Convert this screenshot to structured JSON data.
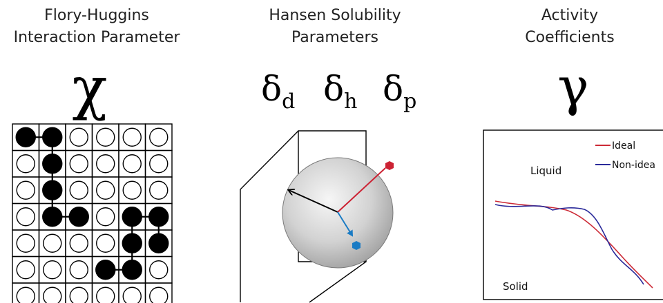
{
  "panels": [
    {
      "title_line1": "Flory-Huggins",
      "title_line2": "Interaction Parameter",
      "symbol": "χ"
    },
    {
      "title_line1": "Hansen Solubility",
      "title_line2": "Parameters",
      "deltas": [
        {
          "base": "δ",
          "sub": "d"
        },
        {
          "base": "δ",
          "sub": "h"
        },
        {
          "base": "δ",
          "sub": "p"
        }
      ]
    },
    {
      "title_line1": "Activity",
      "title_line2": "Coefficients",
      "symbol": "γ"
    }
  ],
  "lattice": {
    "rows": 7,
    "cols": 6,
    "filled": [
      [
        0,
        0
      ],
      [
        0,
        1
      ],
      [
        1,
        1
      ],
      [
        2,
        1
      ],
      [
        3,
        1
      ],
      [
        3,
        2
      ],
      [
        3,
        4
      ],
      [
        3,
        5
      ],
      [
        4,
        4
      ],
      [
        4,
        5
      ],
      [
        5,
        3
      ],
      [
        5,
        4
      ]
    ],
    "bonds": [
      [
        [
          0,
          0
        ],
        [
          0,
          1
        ]
      ],
      [
        [
          0,
          1
        ],
        [
          1,
          1
        ]
      ],
      [
        [
          1,
          1
        ],
        [
          2,
          1
        ]
      ],
      [
        [
          2,
          1
        ],
        [
          3,
          1
        ]
      ],
      [
        [
          3,
          1
        ],
        [
          3,
          2
        ]
      ],
      [
        [
          3,
          4
        ],
        [
          3,
          5
        ]
      ],
      [
        [
          3,
          4
        ],
        [
          4,
          4
        ]
      ],
      [
        [
          3,
          5
        ],
        [
          4,
          5
        ]
      ],
      [
        [
          4,
          4
        ],
        [
          5,
          4
        ]
      ],
      [
        [
          5,
          3
        ],
        [
          5,
          4
        ]
      ]
    ]
  },
  "phase_plot": {
    "region_upper": "Liquid",
    "region_lower": "Solid",
    "legend": [
      {
        "name": "Ideal",
        "color": "#cc2a36"
      },
      {
        "name": "Non-idea",
        "color": "#2a2a9a"
      }
    ]
  },
  "colors": {
    "red_vector": "#cc2233",
    "blue_vector": "#1a7bc4",
    "black": "#000000",
    "sphere": "#d4d4d4"
  }
}
